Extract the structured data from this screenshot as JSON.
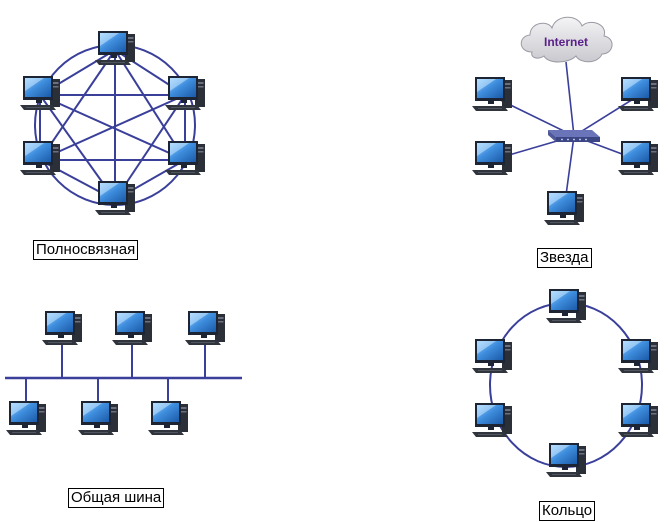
{
  "topologies": {
    "mesh": {
      "label": "Полносвязная"
    },
    "star": {
      "label": "Звезда",
      "cloud_text": "Internet"
    },
    "bus": {
      "label": "Общая шина"
    },
    "ring": {
      "label": "Кольцо"
    }
  },
  "colors": {
    "link": "#3a3f9a",
    "screen": "#2f7fd0",
    "monitor_frame": "#1d2433",
    "tower": "#2b2f38",
    "keyboard": "#30343c",
    "cloud_text": "#5a1f8a"
  }
}
